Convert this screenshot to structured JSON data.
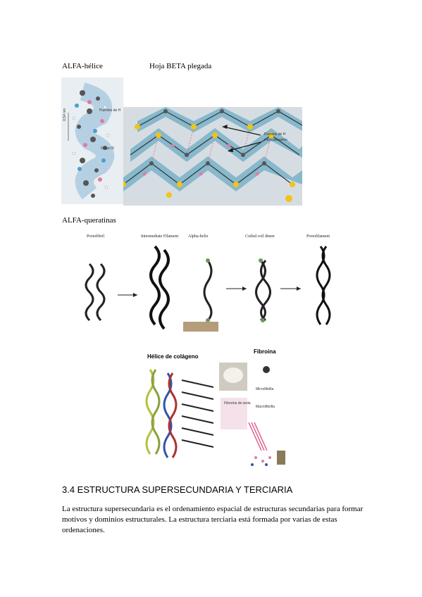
{
  "labels": {
    "alfa_helice": "ALFA-hélice",
    "hoja_beta": "Hoja BETA plegada",
    "alfa_queratinas": "ALFA-queratinas"
  },
  "alpha_helix_figure": {
    "annotation_h_bond": "Puentes de H",
    "annotation_r_group": "Grupo R",
    "annotation_pitch": "0,54 nm"
  },
  "beta_sheet_figure": {
    "annotation_line1": "Puentes de H",
    "annotation_line2": "intercatenarios"
  },
  "keratin_figure": {
    "stage1": "Protofibril",
    "stage2": "Intermediate Filament",
    "stage3": "Alpha-helix",
    "stage4": "Coiled coil dimer",
    "stage5": "Protofilament"
  },
  "collagen_figure": {
    "title_collagen": "Hélice de colágeno",
    "title_fibroin": "Fibroina",
    "fibroin_note1": "Microfibrilla",
    "fibroin_note2": "Macrofibrilla",
    "fibroin_note3": "Fibroína de seda"
  },
  "section": {
    "heading": "3.4 ESTRUCTURA SUPERSECUNDARIA Y TERCIARIA",
    "paragraph": "La estructura supersecundaria es el ordenamiento espacial de estructuras secundarias para formar motivos y dominios estructurales. La estructura terciaria está formada por varias de estas ordenaciones."
  },
  "colors": {
    "beta_sheet_blue": "#7fb4c9",
    "helix_blue": "#a9c8de",
    "atom_yellow": "#f0c419",
    "atom_pink": "#e27aa7",
    "atom_gray": "#555555",
    "arrow_dark": "#1a1a1a"
  }
}
